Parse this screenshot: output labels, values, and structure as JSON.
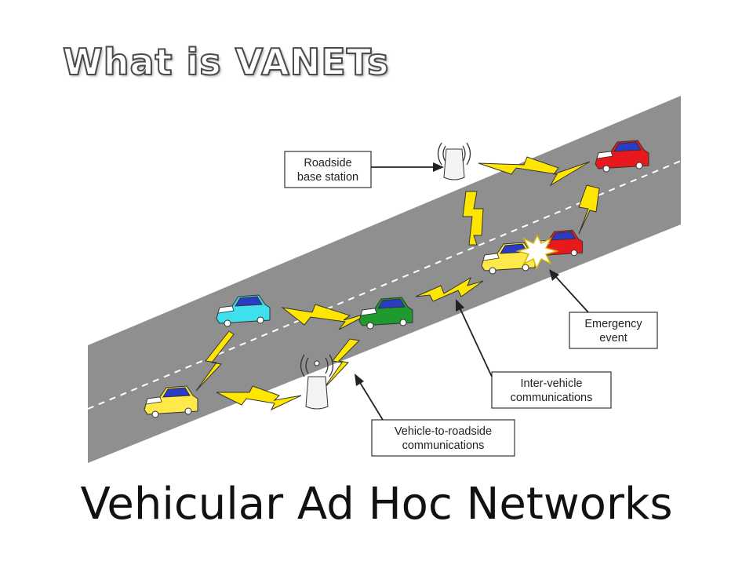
{
  "slide": {
    "title": "What is VANETs",
    "subtitle": "Vehicular Ad Hoc Networks"
  },
  "diagram": {
    "labels": {
      "roadside_base_station": [
        "Roadside",
        "base station"
      ],
      "emergency_event": [
        "Emergency",
        "event"
      ],
      "inter_vehicle": [
        "Inter-vehicle",
        "communications"
      ],
      "vehicle_to_roadside": [
        "Vehicle-to-roadside",
        "communications"
      ]
    },
    "colors": {
      "road": "#8f8f8f",
      "lane_line": "#ffffff",
      "lightning": "#ffe600",
      "car_yellow": "#ffe84a",
      "car_cyan": "#3ee0ee",
      "car_green": "#1f9a2e",
      "car_red": "#e8191c",
      "window_blue": "#2b3cc4"
    },
    "icons": [
      "base-station-icon",
      "car-icon",
      "lightning-icon",
      "collision-burst-icon"
    ]
  }
}
